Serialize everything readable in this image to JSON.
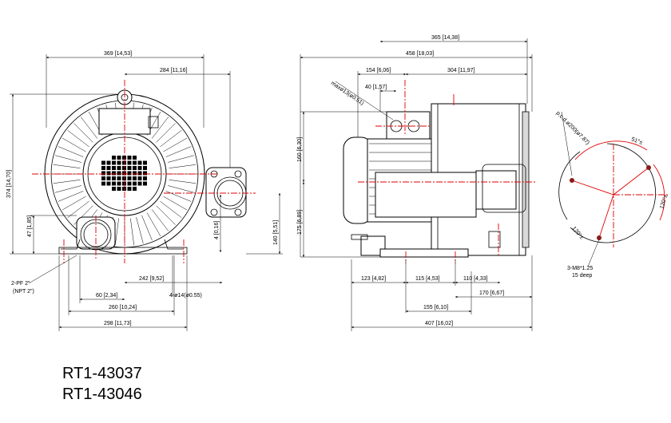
{
  "dimensions": {
    "front_width": "369 [14,53]",
    "front_half": "284 [11,16]",
    "front_height": "374 [14,70]",
    "inlet_height": "47 [1,85]",
    "outlet_offset": "4 [0,16]",
    "outlet_height": "140 [5,51]",
    "port_label_1": "2-PF 2\"",
    "port_label_2": "(NPT 2\")",
    "base_242": "242 [9,52]",
    "base_60": "60 [2,34]",
    "hole_label": "4-ø14(ø0.55)",
    "base_260": "260 [10,24]",
    "base_298": "298 [11,73]",
    "side_365": "365 [14,38]",
    "side_458": "458 [18,03]",
    "side_154": "154 [6,06]",
    "side_304": "304 [11,97]",
    "side_40": "40 [1,57]",
    "max_label": "maxø13(ø0.51)",
    "side_160": "160 [6,30]",
    "side_175": "175 [6,89]",
    "side_123": "123 [4,82]",
    "side_115": "115 [4,53]",
    "side_110": "110 [4,33]",
    "side_170": "170 [6,67]",
    "side_155": "155 [6,10]",
    "side_407": "407 [16,02]",
    "pcd_label": "p.c.d.ø200(ø7.87)",
    "angle_51": "51°±",
    "angle_120a": "120°±",
    "angle_120b": "120°±",
    "thread_1": "3-M8*1.25",
    "thread_2": "15 deep"
  },
  "models": [
    "RT1-43037",
    "RT1-43046"
  ],
  "colors": {
    "centerline": "#e00000",
    "outline": "#000000",
    "fill_grey": "#d9d9d9"
  }
}
